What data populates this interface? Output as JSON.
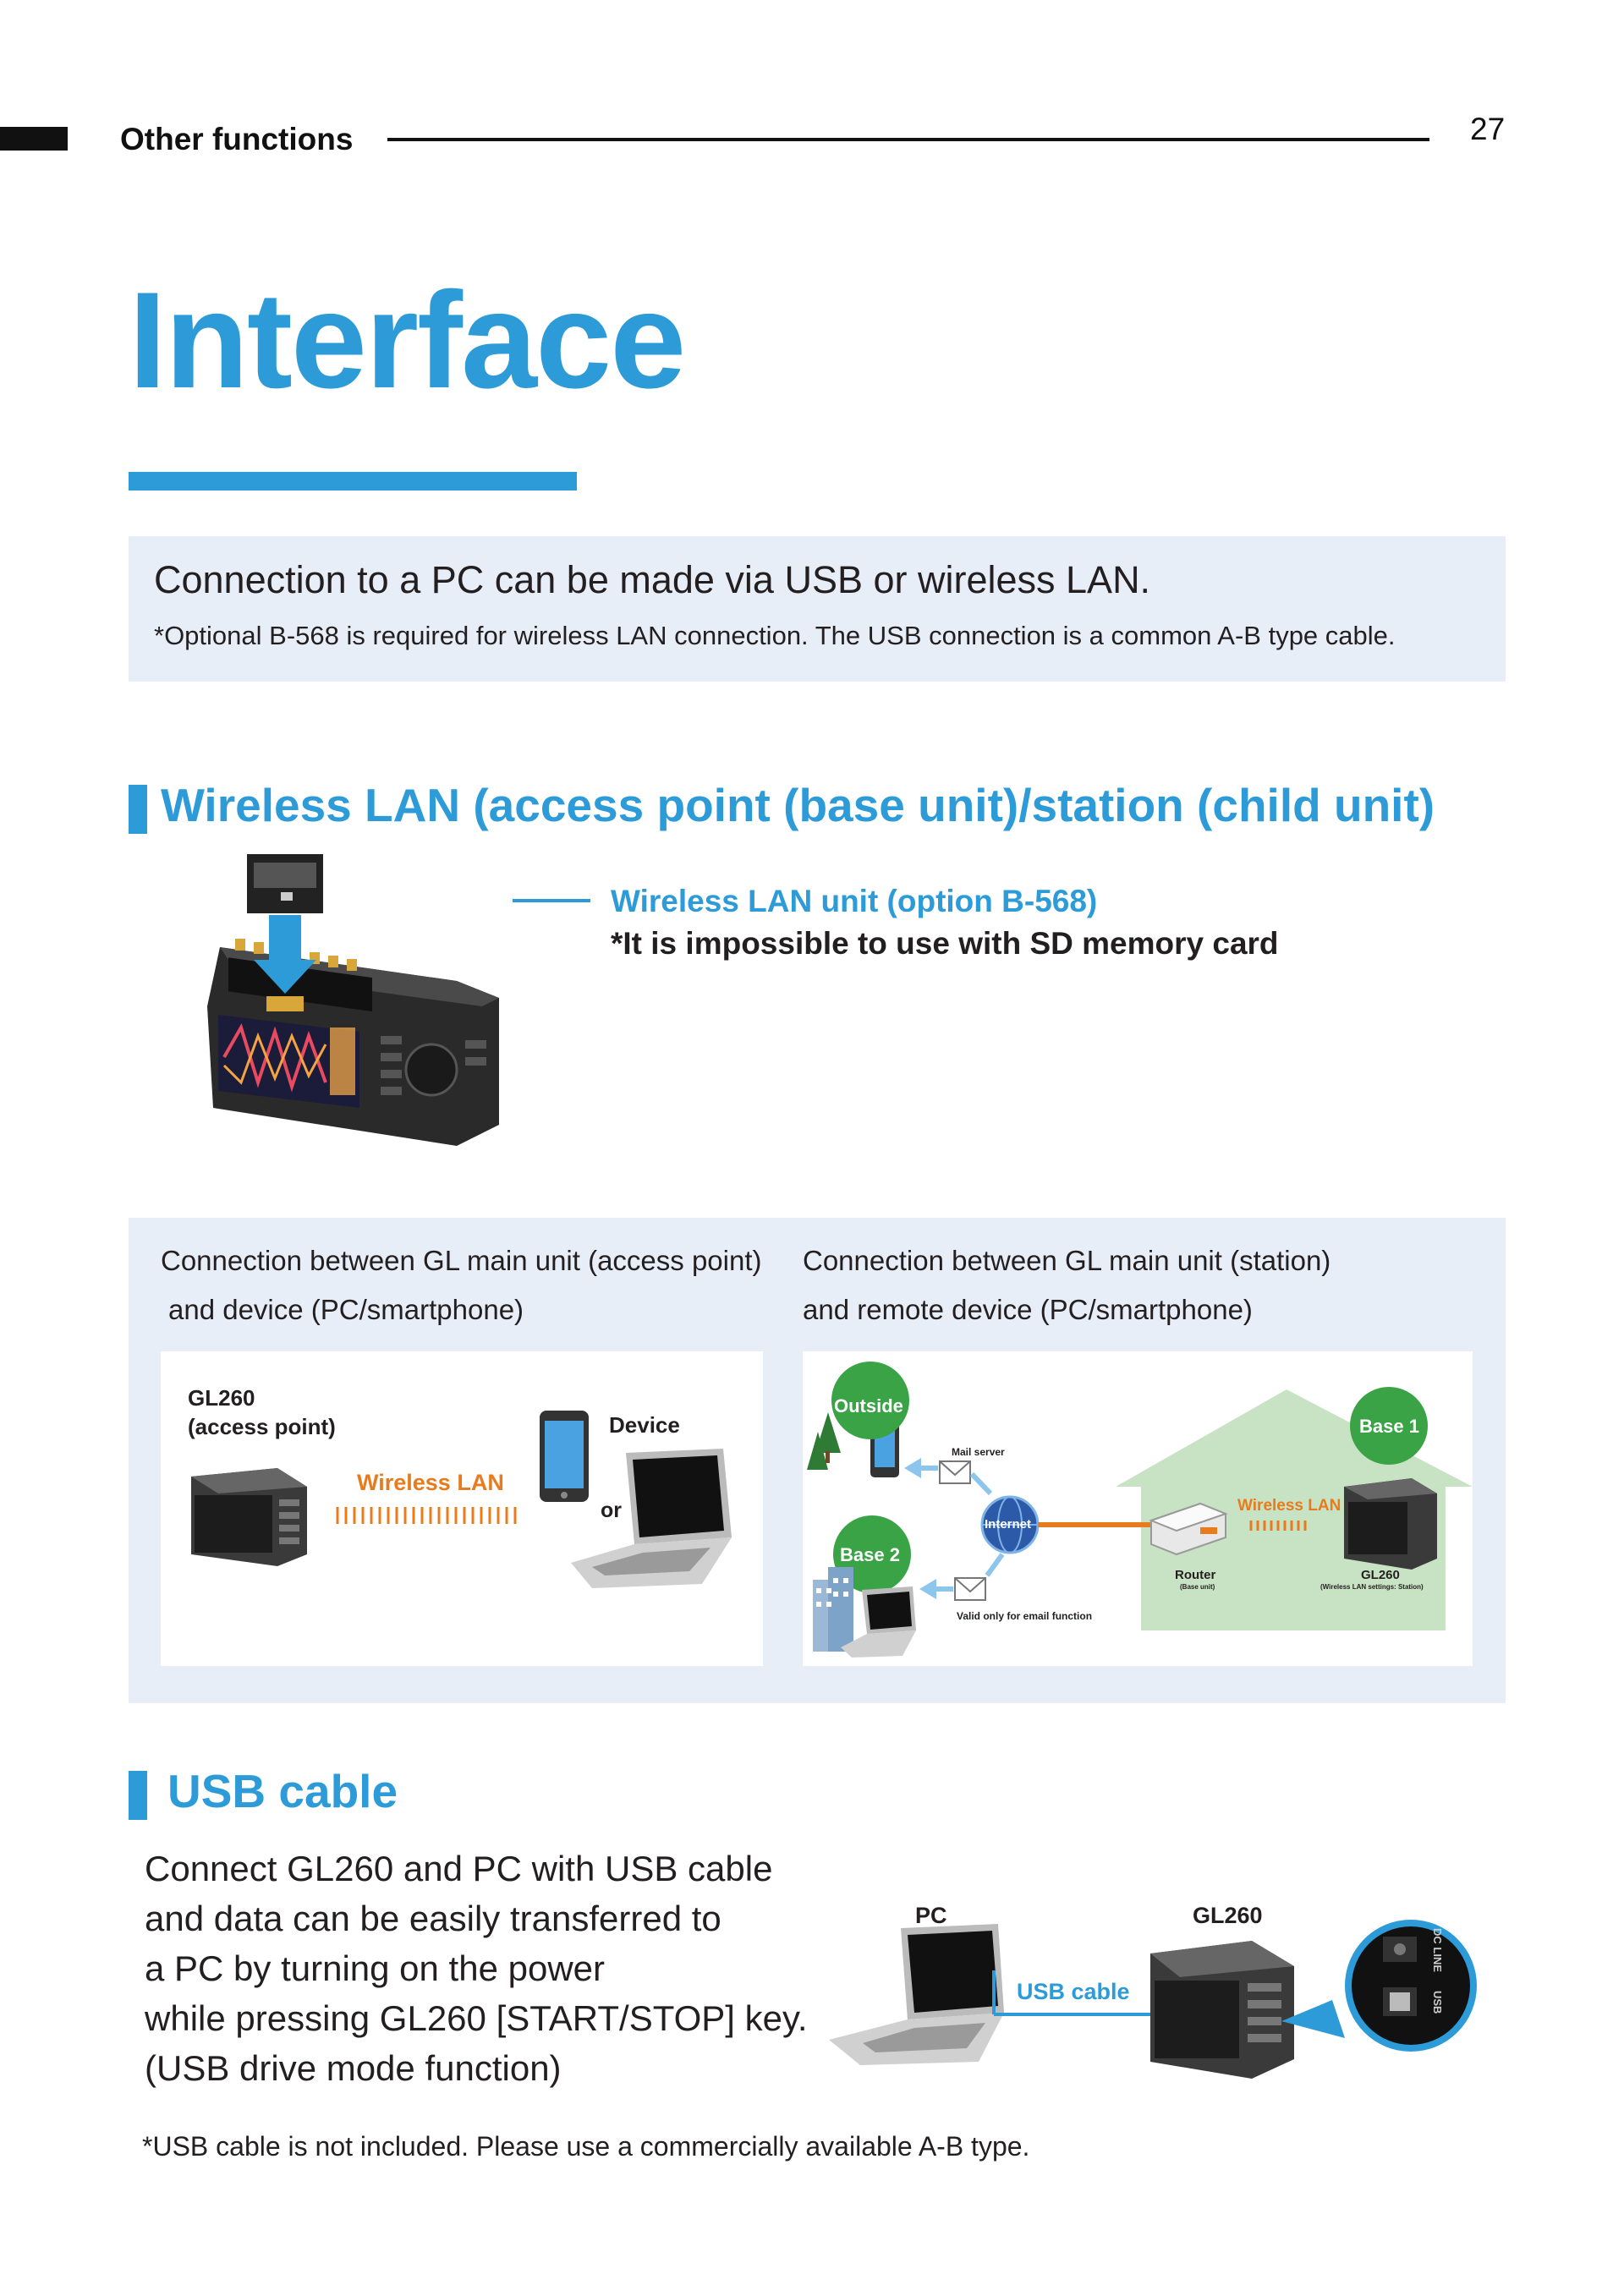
{
  "header": {
    "section": "Other functions",
    "page_number": "27"
  },
  "title": "Interface",
  "intro": {
    "main": "Connection to a PC can be made via USB or wireless LAN.",
    "note": "*Optional B-568 is required for wireless LAN connection. The USB connection is a common A-B type cable."
  },
  "wireless": {
    "heading": "Wireless LAN (access point (base unit)/station (child unit)",
    "unit_label": "Wireless LAN unit (option B-568)",
    "unit_note": "*It is impossible to use with SD memory card",
    "left_caption_1": "Connection between GL main unit (access point)",
    "left_caption_2": "and device (PC/smartphone)",
    "right_caption_1": "Connection between GL main unit (station)",
    "right_caption_2": "and remote device (PC/smartphone)",
    "left_diagram": {
      "gl_label_1": "GL260",
      "gl_label_2": "(access point)",
      "link_label": "Wireless LAN",
      "device_label": "Device",
      "or_label": "or"
    },
    "right_diagram": {
      "outside": "Outside",
      "base1": "Base 1",
      "base2": "Base 2",
      "mail_server": "Mail server",
      "internet": "Internet",
      "wireless_lan": "Wireless LAN",
      "router": "Router",
      "router_sub": "(Base unit)",
      "gl260": "GL260",
      "gl260_sub": "(Wireless LAN settings: Station)",
      "email_note": "Valid only for email function"
    }
  },
  "usb": {
    "heading": "USB cable",
    "body_lines": [
      "Connect GL260 and PC with USB cable",
      "and data can be easily transferred to",
      "a PC by turning on the power",
      "while pressing GL260 [START/STOP] key.",
      "(USB drive mode function)"
    ],
    "pc_label": "PC",
    "gl_label": "GL260",
    "cable_label": "USB cable",
    "port_label_1": "DC LINE",
    "port_label_2": "USB",
    "note": "*USB cable is not included. Please use a commercially available A-B type."
  },
  "colors": {
    "accent": "#2d9bd8",
    "panel": "#e8eef8",
    "orange": "#e77b1e",
    "green": "#3aa346"
  }
}
